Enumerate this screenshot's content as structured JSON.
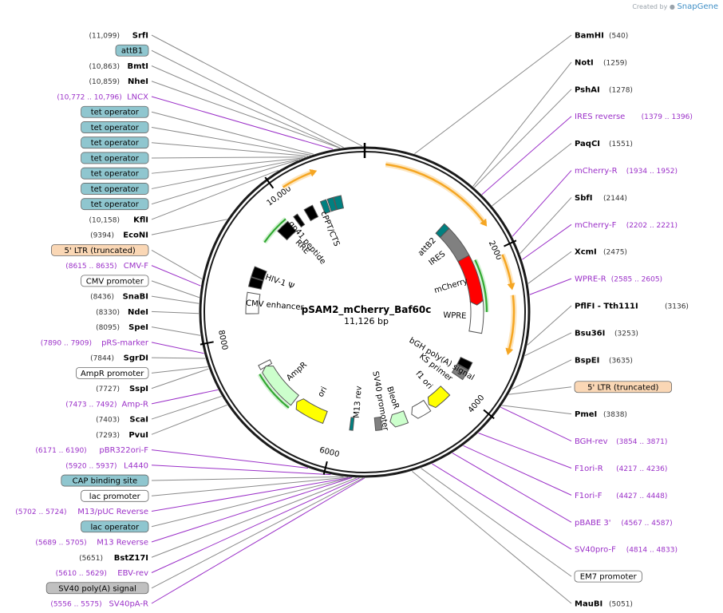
{
  "credit": {
    "prefix": "Created by",
    "brand": "SnapGene"
  },
  "plasmid": {
    "name": "pSAM2_mCherry_Baf60c",
    "length_label": "11,126 bp",
    "length": 11126
  },
  "colors": {
    "backbone": "#1a1a1a",
    "enzyme": "#000000",
    "coords": "#333333",
    "primer": "#9b30c8",
    "leader": "#8a8a8a",
    "feature_teal": "#8fc6cf",
    "feature_peach": "#fad7b5",
    "feature_white": "#ffffff",
    "feature_gray": "#c0c0c0",
    "arrow_orange": "#f5a623",
    "arrow_green": "#32a832",
    "mcherry": "#ff0000",
    "ori": "#ffff00",
    "ampr_light": "#ccffcc"
  },
  "ticks": [
    {
      "pos": 2000,
      "label": "2000"
    },
    {
      "pos": 4000,
      "label": "4000"
    },
    {
      "pos": 6000,
      "label": "6000"
    },
    {
      "pos": 8000,
      "label": "8000"
    },
    {
      "pos": 10000,
      "label": "10,000"
    }
  ],
  "map_labels": [
    {
      "pos": 400,
      "text": "",
      "type": "enzyme"
    },
    {
      "pos": 540,
      "text": "BamHI",
      "coord": "(540)",
      "type": "enzyme"
    },
    {
      "pos": 1259,
      "text": "NotI",
      "coord": "(1259)",
      "type": "enzyme"
    },
    {
      "pos": 1278,
      "text": "PshAI",
      "coord": "(1278)",
      "type": "enzyme"
    },
    {
      "pos": 1388,
      "text": "IRES reverse",
      "coord": "(1379 .. 1396)",
      "type": "primer"
    },
    {
      "pos": 1551,
      "text": "PaqCI",
      "coord": "(1551)",
      "type": "enzyme"
    },
    {
      "pos": 1943,
      "text": "mCherry-R",
      "coord": "(1934 .. 1952)",
      "type": "primer"
    },
    {
      "pos": 2144,
      "text": "SbfI",
      "coord": "(2144)",
      "type": "enzyme"
    },
    {
      "pos": 2212,
      "text": "mCherry-F",
      "coord": "(2202 .. 2221)",
      "type": "primer"
    },
    {
      "pos": 2475,
      "text": "XcmI",
      "coord": "(2475)",
      "type": "enzyme"
    },
    {
      "pos": 2595,
      "text": "WPRE-R",
      "coord": "(2585 .. 2605)",
      "type": "primer"
    },
    {
      "pos": 3136,
      "text": "PflFI - Tth111I",
      "coord": "(3136)",
      "type": "enzyme"
    },
    {
      "pos": 3253,
      "text": "Bsu36I",
      "coord": "(3253)",
      "type": "enzyme"
    },
    {
      "pos": 3635,
      "text": "BspEI",
      "coord": "(3635)",
      "type": "enzyme"
    },
    {
      "pos": 3700,
      "text": "5' LTR (truncated)",
      "type": "feature_box",
      "box": "peach"
    },
    {
      "pos": 3838,
      "text": "PmeI",
      "coord": "(3838)",
      "type": "enzyme"
    },
    {
      "pos": 3862,
      "text": "BGH-rev",
      "coord": "(3854 .. 3871)",
      "type": "primer"
    },
    {
      "pos": 4226,
      "text": "F1ori-R",
      "coord": "(4217 .. 4236)",
      "type": "primer"
    },
    {
      "pos": 4437,
      "text": "F1ori-F",
      "coord": "(4427 .. 4448)",
      "type": "primer"
    },
    {
      "pos": 4577,
      "text": "pBABE 3'",
      "coord": "(4567 .. 4587)",
      "type": "primer"
    },
    {
      "pos": 4823,
      "text": "SV40pro-F",
      "coord": "(4814 .. 4833)",
      "type": "primer"
    },
    {
      "pos": 4950,
      "text": "EM7 promoter",
      "type": "feature_box",
      "box": "white"
    },
    {
      "pos": 5051,
      "text": "MauBI",
      "coord": "(5051)",
      "type": "enzyme"
    },
    {
      "pos": 5565,
      "text": "SV40pA-R",
      "coord": "(5556 .. 5575)",
      "type": "primer"
    },
    {
      "pos": 5580,
      "text": "SV40 poly(A) signal",
      "type": "feature_box",
      "box": "gray"
    },
    {
      "pos": 5619,
      "text": "EBV-rev",
      "coord": "(5610 .. 5629)",
      "type": "primer"
    },
    {
      "pos": 5651,
      "text": "BstZ17I",
      "coord": "(5651)",
      "type": "enzyme"
    },
    {
      "pos": 5697,
      "text": "M13 Reverse",
      "coord": "(5689 .. 5705)",
      "type": "primer"
    },
    {
      "pos": 5705,
      "text": "lac operator",
      "type": "feature_box",
      "box": "teal"
    },
    {
      "pos": 5713,
      "text": "M13/pUC Reverse",
      "coord": "(5702 .. 5724)",
      "type": "primer"
    },
    {
      "pos": 5740,
      "text": "lac promoter",
      "type": "feature_box",
      "box": "white"
    },
    {
      "pos": 5790,
      "text": "CAP binding site",
      "type": "feature_box",
      "box": "teal"
    },
    {
      "pos": 5928,
      "text": "L4440",
      "coord": "(5920 .. 5937)",
      "type": "primer"
    },
    {
      "pos": 6180,
      "text": "pBR322ori-F",
      "coord": "(6171 .. 6190)",
      "type": "primer"
    },
    {
      "pos": 7293,
      "text": "PvuI",
      "coord": "(7293)",
      "type": "enzyme"
    },
    {
      "pos": 7403,
      "text": "ScaI",
      "coord": "(7403)",
      "type": "enzyme"
    },
    {
      "pos": 7482,
      "text": "Amp-R",
      "coord": "(7473 .. 7492)",
      "type": "primer"
    },
    {
      "pos": 7727,
      "text": "SspI",
      "coord": "(7727)",
      "type": "enzyme"
    },
    {
      "pos": 7750,
      "text": "AmpR promoter",
      "type": "feature_box",
      "box": "white"
    },
    {
      "pos": 7844,
      "text": "SgrDI",
      "coord": "(7844)",
      "type": "enzyme"
    },
    {
      "pos": 7899,
      "text": "pRS-marker",
      "coord": "(7890 .. 7909)",
      "type": "primer"
    },
    {
      "pos": 8095,
      "text": "SpeI",
      "coord": "(8095)",
      "type": "enzyme"
    },
    {
      "pos": 8330,
      "text": "NdeI",
      "coord": "(8330)",
      "type": "enzyme"
    },
    {
      "pos": 8436,
      "text": "SnaBI",
      "coord": "(8436)",
      "type": "enzyme"
    },
    {
      "pos": 8500,
      "text": "CMV promoter",
      "type": "feature_box",
      "box": "white"
    },
    {
      "pos": 8625,
      "text": "CMV-F",
      "coord": "(8615 .. 8635)",
      "type": "primer"
    },
    {
      "pos": 8700,
      "text": "5' LTR (truncated)",
      "type": "feature_box",
      "box": "peach"
    },
    {
      "pos": 9394,
      "text": "EcoNI",
      "coord": "(9394)",
      "type": "enzyme"
    },
    {
      "pos": 10158,
      "text": "KflI",
      "coord": "(10,158)",
      "type": "enzyme"
    },
    {
      "pos": 10390,
      "text": "tet operator",
      "type": "feature_box",
      "box": "teal"
    },
    {
      "pos": 10420,
      "text": "tet operator",
      "type": "feature_box",
      "box": "teal"
    },
    {
      "pos": 10450,
      "text": "tet operator",
      "type": "feature_box",
      "box": "teal"
    },
    {
      "pos": 10480,
      "text": "tet operator",
      "type": "feature_box",
      "box": "teal"
    },
    {
      "pos": 10510,
      "text": "tet operator",
      "type": "feature_box",
      "box": "teal"
    },
    {
      "pos": 10540,
      "text": "tet operator",
      "type": "feature_box",
      "box": "teal"
    },
    {
      "pos": 10570,
      "text": "tet operator",
      "type": "feature_box",
      "box": "teal"
    },
    {
      "pos": 10784,
      "text": "LNCX",
      "coord": "(10,772 .. 10,796)",
      "type": "primer"
    },
    {
      "pos": 10859,
      "text": "NheI",
      "coord": "(10,859)",
      "type": "enzyme"
    },
    {
      "pos": 10863,
      "text": "BmtI",
      "coord": "(10,863)",
      "type": "enzyme"
    },
    {
      "pos": 10900,
      "text": "attB1",
      "type": "feature_box",
      "box": "teal"
    },
    {
      "pos": 11099,
      "text": "SrfI",
      "coord": "(11,099)",
      "type": "enzyme"
    }
  ],
  "features": [
    {
      "start": 10660,
      "end": 10770,
      "text": "",
      "type": "box",
      "color": "teal"
    },
    {
      "start": 10560,
      "end": 10650,
      "text": "",
      "type": "box",
      "color": "teal"
    },
    {
      "start": 10450,
      "end": 10540,
      "text": "",
      "type": "box",
      "color": "teal"
    },
    {
      "start": 10180,
      "end": 10320,
      "text": "",
      "type": "box",
      "color": "peach"
    },
    {
      "start": 10390,
      "end": 10470,
      "text": "cPPT/CTS",
      "type": "label"
    },
    {
      "start": 9990,
      "end": 10060,
      "text": "",
      "type": "box",
      "color": "peach"
    },
    {
      "start": 9670,
      "end": 9880,
      "text": "RRE",
      "type": "box",
      "color": "peach"
    },
    {
      "start": 9850,
      "end": 9950,
      "text": "gp41 peptide",
      "type": "label"
    },
    {
      "start": 8880,
      "end": 9040,
      "text": "",
      "type": "box",
      "color": "peach"
    },
    {
      "start": 8730,
      "end": 8870,
      "text": "",
      "type": "box",
      "color": "peach"
    },
    {
      "start": 8900,
      "end": 9000,
      "text": "HIV-1 Ψ",
      "type": "label"
    },
    {
      "start": 8320,
      "end": 8640,
      "text": "CMV enhancer",
      "type": "box",
      "color": "white"
    },
    {
      "start": 7450,
      "end": 7520,
      "text": "",
      "type": "box",
      "color": "white"
    },
    {
      "start": 6750,
      "end": 7400,
      "text": "AmpR",
      "type": "arrow",
      "color": "ampr_light"
    },
    {
      "start": 6200,
      "end": 6650,
      "text": "ori",
      "type": "arrow",
      "color": "ori"
    },
    {
      "start": 5740,
      "end": 5790,
      "text": "",
      "type": "box",
      "color": "teal"
    },
    {
      "start": 5670,
      "end": 5730,
      "text": "M13 rev",
      "type": "label"
    },
    {
      "start": 5300,
      "end": 5400,
      "text": "",
      "type": "box",
      "color": "gray"
    },
    {
      "start": 4900,
      "end": 5100,
      "text": "BleoR",
      "type": "arrow",
      "color": "ampr_light"
    },
    {
      "start": 5200,
      "end": 5300,
      "text": "SV40 promoter",
      "type": "label"
    },
    {
      "start": 4520,
      "end": 4740,
      "text": "",
      "type": "arrow",
      "color": "white"
    },
    {
      "start": 4150,
      "end": 4430,
      "text": "f1 ori",
      "type": "arrow",
      "color": "ori"
    },
    {
      "start": 3690,
      "end": 3850,
      "text": "",
      "type": "box",
      "color": "gray"
    },
    {
      "start": 3560,
      "end": 3680,
      "text": "",
      "type": "box",
      "color": "peach"
    },
    {
      "start": 3900,
      "end": 4000,
      "text": "KS primer",
      "type": "label"
    },
    {
      "start": 3700,
      "end": 3800,
      "text": "bGH poly(A) signal",
      "type": "label"
    },
    {
      "start": 2600,
      "end": 3100,
      "text": "WPRE",
      "type": "box",
      "color": "white"
    },
    {
      "start": 1900,
      "end": 2611,
      "text": "mCherry",
      "type": "arrow",
      "color": "mcherry"
    },
    {
      "start": 1400,
      "end": 1900,
      "text": "IRES",
      "type": "box",
      "color": "gray"
    },
    {
      "start": 1300,
      "end": 1400,
      "text": "attB2",
      "type": "box",
      "color": "teal"
    },
    {
      "start": 1300,
      "end": 1400,
      "text": "",
      "type": "label"
    }
  ],
  "outer_arrows": [
    {
      "start": 250,
      "end": 1700,
      "color": "arrow_orange"
    },
    {
      "start": 2080,
      "end": 2520,
      "color": "arrow_orange"
    },
    {
      "start": 2580,
      "end": 3300,
      "color": "arrow_orange"
    },
    {
      "start": 10100,
      "end": 10550,
      "color": "arrow_orange"
    }
  ],
  "inner_arrows": [
    {
      "start": 2000,
      "end": 2780,
      "color": "arrow_green"
    },
    {
      "start": 9420,
      "end": 9880,
      "color": "arrow_green"
    },
    {
      "start": 6750,
      "end": 7400,
      "color": "arrow_green"
    }
  ]
}
